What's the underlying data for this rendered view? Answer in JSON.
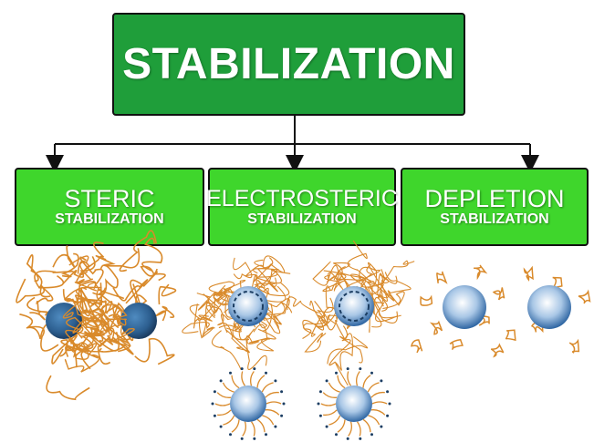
{
  "diagram": {
    "root": {
      "label": "STABILIZATION"
    },
    "children": [
      {
        "title": "STERIC",
        "subtitle": "STABILIZATION"
      },
      {
        "title": "ELECTROSTERIC",
        "subtitle": "STABILIZATION"
      },
      {
        "title": "DEPLETION",
        "subtitle": "STABILIZATION"
      }
    ]
  },
  "colors": {
    "root_fill": "#1f9e3a",
    "child_fill": "#3fd62c",
    "polymer": "#d98a2b",
    "particle_blue": "#3a6fa8"
  }
}
